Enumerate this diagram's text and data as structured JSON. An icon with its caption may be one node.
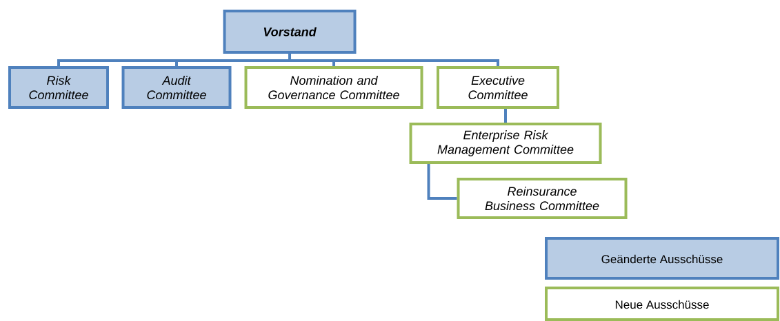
{
  "diagram": {
    "nodes": [
      {
        "text": [
          "Vorstand"
        ]
      },
      {
        "text": [
          "Risk Committee"
        ]
      },
      {
        "text": [
          "Audit Committee"
        ]
      },
      {
        "text": [
          "Nomination and Governance Committee"
        ]
      },
      {
        "text": [
          "Executive Committee"
        ]
      },
      {
        "text": [
          "Enterprise Risk Management Committee"
        ]
      },
      {
        "text": [
          "Reinsurance Business Committee"
        ]
      }
    ],
    "edges": [
      {
        "from": 0,
        "to": 1,
        "arrow": "none"
      },
      {
        "from": 0,
        "to": 2,
        "arrow": "none"
      },
      {
        "from": 0,
        "to": 3,
        "arrow": "none"
      },
      {
        "from": 0,
        "to": 4,
        "arrow": "none"
      },
      {
        "from": 4,
        "to": 5,
        "arrow": "none"
      },
      {
        "from": 5,
        "to": 6,
        "arrow": "none"
      }
    ],
    "legend": [
      {
        "text": "Geänderte Ausschüsse",
        "color": "#4f81bd"
      },
      {
        "text": "Neue Ausschüsse",
        "color": "#9bbb59"
      }
    ]
  }
}
